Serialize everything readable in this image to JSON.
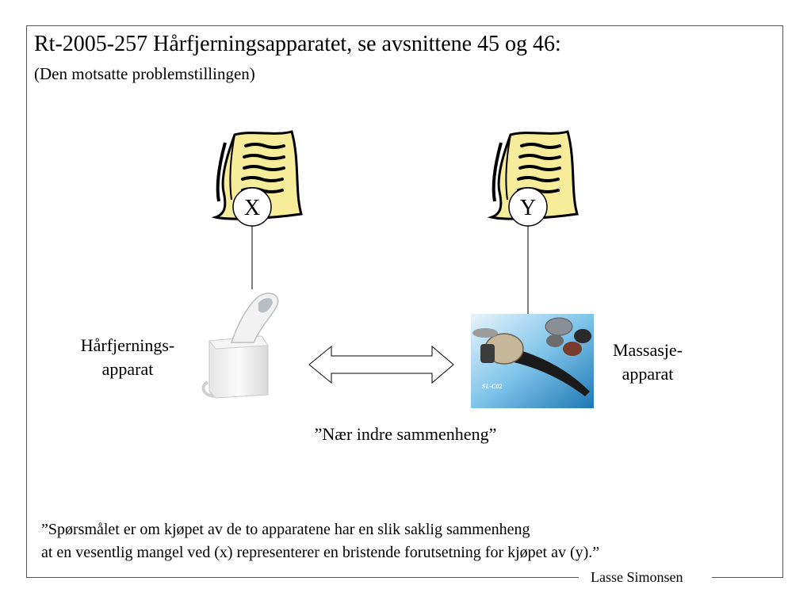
{
  "slide": {
    "title": "Rt-2005-257 Hårfjerningsapparatet, se avsnittene 45 og 46:",
    "subtitle": "(Den motsatte problemstillingen)",
    "party_x": "X",
    "party_y": "Y",
    "left_label": [
      "Hårfjernings-",
      "apparat"
    ],
    "right_label": [
      "Massasje-",
      "apparat"
    ],
    "device_model_text": "SL-C02",
    "relation_caption": "”Nær indre sammenheng”",
    "quote_lines": [
      "”Spørsmålet er om kjøpet av de to apparatene har en slik saklig sammenheng",
      "at en vesentlig mangel ved (x) representerer en bristende forutsetning for kjøpet av (y).”"
    ],
    "author": "Lasse Simonsen"
  },
  "colors": {
    "document_fill": "#f7ec9a",
    "document_outline": "#000000",
    "massager_bg": "#2f8fc7"
  },
  "icons": {
    "contract_left": "contract-scroll-icon",
    "contract_right": "contract-scroll-icon",
    "relation": "double-arrow-icon"
  }
}
